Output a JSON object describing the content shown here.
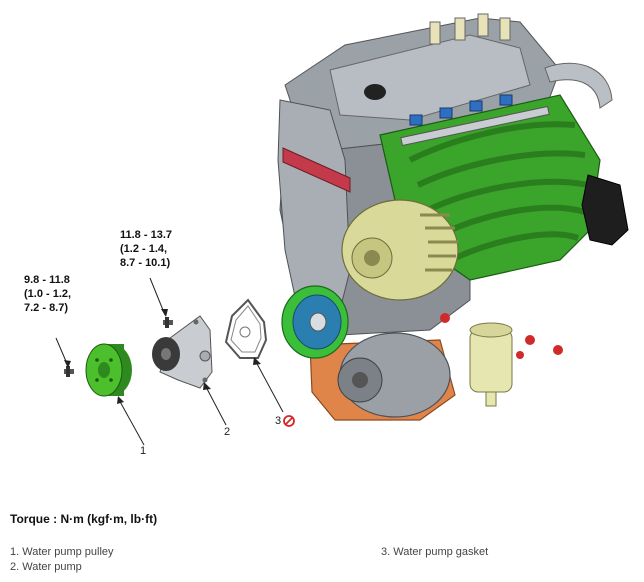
{
  "torque_specs": [
    {
      "lines": [
        "9.8 - 11.8",
        "(1.0 - 1.2,",
        "7.2 - 8.7)"
      ]
    },
    {
      "lines": [
        "11.8 - 13.7",
        "(1.2 - 1.4,",
        "8.7 - 10.1)"
      ]
    }
  ],
  "callouts": [
    "1",
    "2",
    "3"
  ],
  "torque_heading": "Torque : N·m (kgf·m, lb·ft)",
  "legend": [
    "1. Water pump pulley",
    "2. Water pump",
    "3. Water pump gasket"
  ],
  "colors": {
    "pulley": "#4cbf2c",
    "intake_manifold": "#3aa52a",
    "engine_block": "#8a9096",
    "oil_pan": "#e0854a",
    "alternator": "#d9d99a",
    "crank_pulley_ring": "#3bbf3b",
    "crank_pulley_hub": "#2a7fb0",
    "no_reuse_mark": "#d9262b"
  }
}
